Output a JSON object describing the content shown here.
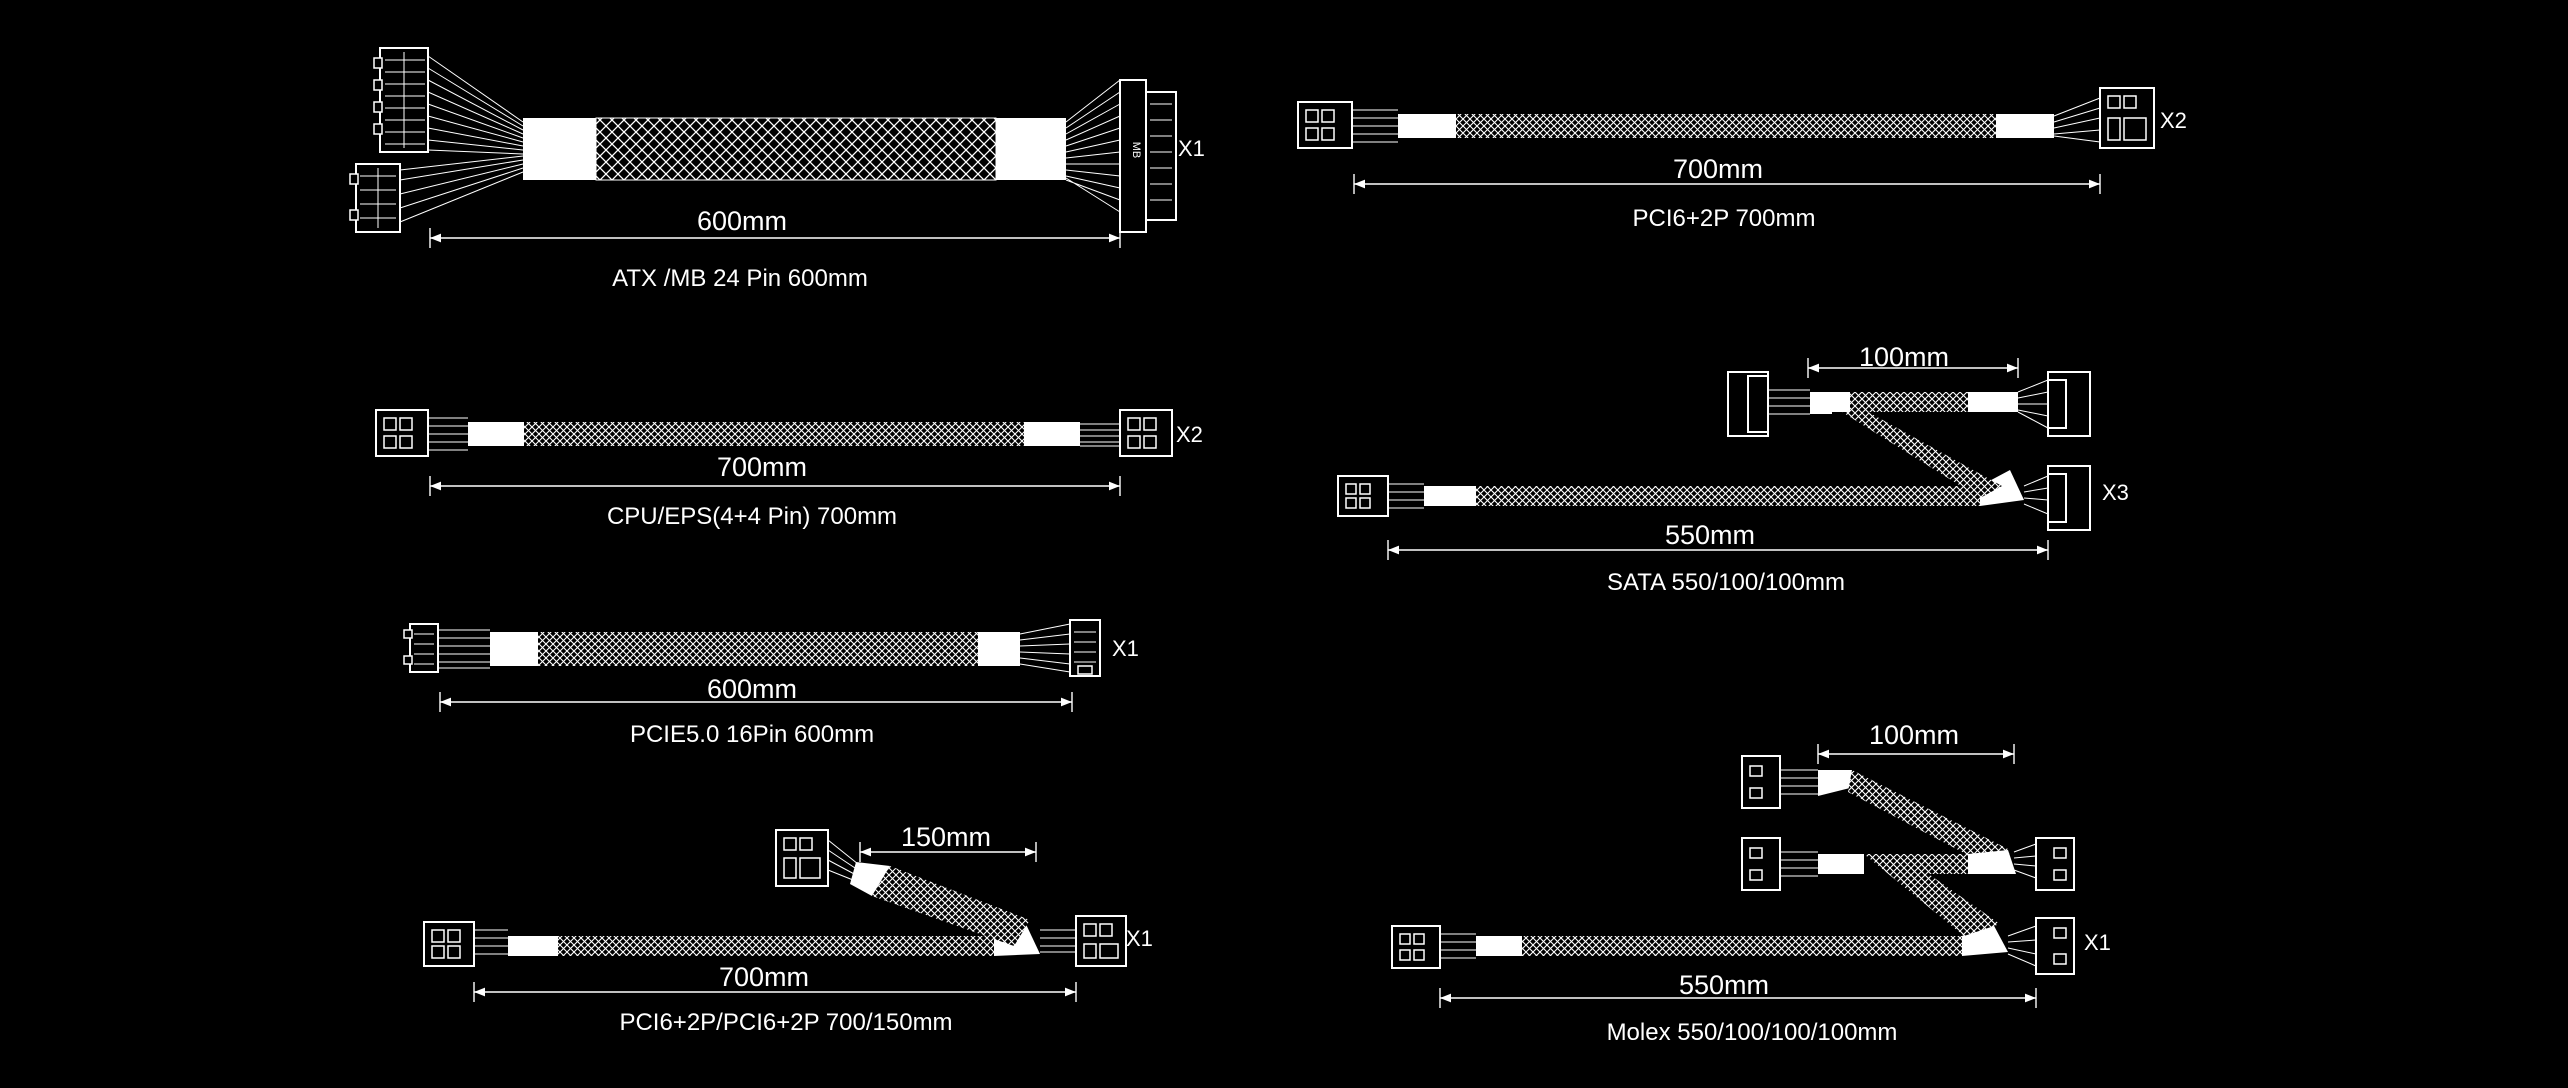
{
  "colors": {
    "background": "#000000",
    "line": "#ffffff"
  },
  "cables": {
    "atx_mb": {
      "caption": "ATX /MB 24 Pin 600mm",
      "length": "600mm",
      "quantity": "X1",
      "connector_mark": "MB"
    },
    "pci_62p": {
      "caption": "PCI6+2P 700mm",
      "length": "700mm",
      "quantity": "X2"
    },
    "cpu_eps": {
      "caption": "CPU/EPS(4+4 Pin) 700mm",
      "length": "700mm",
      "quantity": "X2"
    },
    "sata": {
      "caption": "SATA 550/100/100mm",
      "length": "550mm",
      "branch_length": "100mm",
      "quantity": "X3"
    },
    "pcie5": {
      "caption": "PCIE5.0 16Pin 600mm",
      "length": "600mm",
      "quantity": "X1"
    },
    "pci_dual": {
      "caption": "PCI6+2P/PCI6+2P 700/150mm",
      "length": "700mm",
      "branch_length": "150mm",
      "quantity": "X1"
    },
    "molex": {
      "caption": "Molex 550/100/100/100mm",
      "length": "550mm",
      "branch_length": "100mm",
      "quantity": "X1"
    }
  }
}
